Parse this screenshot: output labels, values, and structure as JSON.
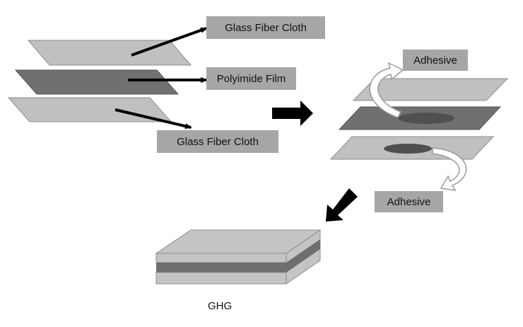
{
  "labels": {
    "glass_fiber_top": "Glass Fiber Cloth",
    "polyimide": "Polyimide Film",
    "glass_fiber_bottom": "Glass Fiber Cloth",
    "adhesive_top": "Adhesive",
    "adhesive_bottom": "Adhesive",
    "ghg": "GHG"
  },
  "colors": {
    "glass_fiber": "#c0c0c0",
    "polyimide": "#707070",
    "adhesive": "#555555",
    "label_bg": "#a6a6a6",
    "arrow": "#000000"
  },
  "icons": {
    "process_arrow": "solid-right-arrow",
    "process_arrow_2": "solid-down-left-arrow",
    "adhesive_arrow": "hollow-curved-arrow"
  }
}
